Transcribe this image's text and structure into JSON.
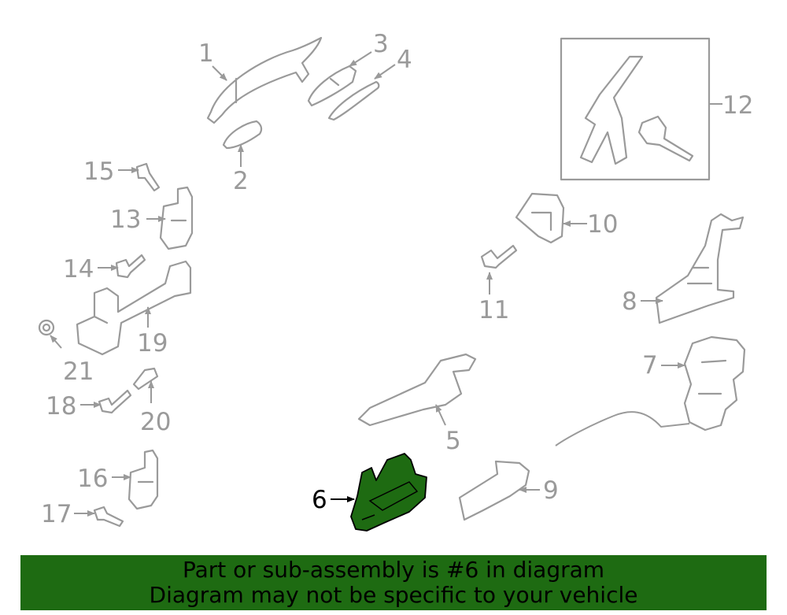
{
  "diagram": {
    "highlight_color": "#1e6b12",
    "highlighted_part": "6",
    "callouts": [
      {
        "id": "1",
        "label": "1"
      },
      {
        "id": "2",
        "label": "2"
      },
      {
        "id": "3",
        "label": "3"
      },
      {
        "id": "4",
        "label": "4"
      },
      {
        "id": "5",
        "label": "5"
      },
      {
        "id": "6",
        "label": "6"
      },
      {
        "id": "7",
        "label": "7"
      },
      {
        "id": "8",
        "label": "8"
      },
      {
        "id": "9",
        "label": "9"
      },
      {
        "id": "10",
        "label": "10"
      },
      {
        "id": "11",
        "label": "11"
      },
      {
        "id": "12",
        "label": "12"
      },
      {
        "id": "13",
        "label": "13"
      },
      {
        "id": "14",
        "label": "14"
      },
      {
        "id": "15",
        "label": "15"
      },
      {
        "id": "16",
        "label": "16"
      },
      {
        "id": "17",
        "label": "17"
      },
      {
        "id": "18",
        "label": "18"
      },
      {
        "id": "19",
        "label": "19"
      },
      {
        "id": "20",
        "label": "20"
      },
      {
        "id": "21",
        "label": "21"
      }
    ]
  },
  "banner": {
    "line1": "Part or sub-assembly is #6 in diagram",
    "line2": "Diagram may not be specific to your vehicle",
    "background": "#1e6b12"
  }
}
